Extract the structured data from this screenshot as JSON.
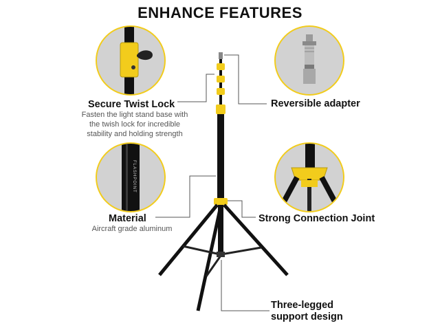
{
  "title": "ENHANCE FEATURES",
  "features": {
    "twist_lock": {
      "label": "Secure Twist Lock",
      "description_lines": [
        "Fasten the light stand base with",
        "the twish lock for incredible",
        "stability and holding strength"
      ]
    },
    "adapter": {
      "label": "Reversible adapter"
    },
    "material": {
      "label": "Material",
      "description": "Aircraft grade aluminum"
    },
    "joint": {
      "label": "Strong Connection Joint"
    },
    "legs": {
      "label_lines": [
        "Three-legged",
        "support design"
      ]
    }
  },
  "brand_text": "FLASHPOINT",
  "colors": {
    "accent": "#f2cc1c",
    "circle_bg": "#d2d2d2",
    "stand": "#111111",
    "leader_line": "#555555"
  },
  "icons": [
    "twist-lock-closeup-icon",
    "spigot-adapter-icon",
    "aluminum-tube-icon",
    "leg-joint-icon",
    "light-stand-icon"
  ]
}
